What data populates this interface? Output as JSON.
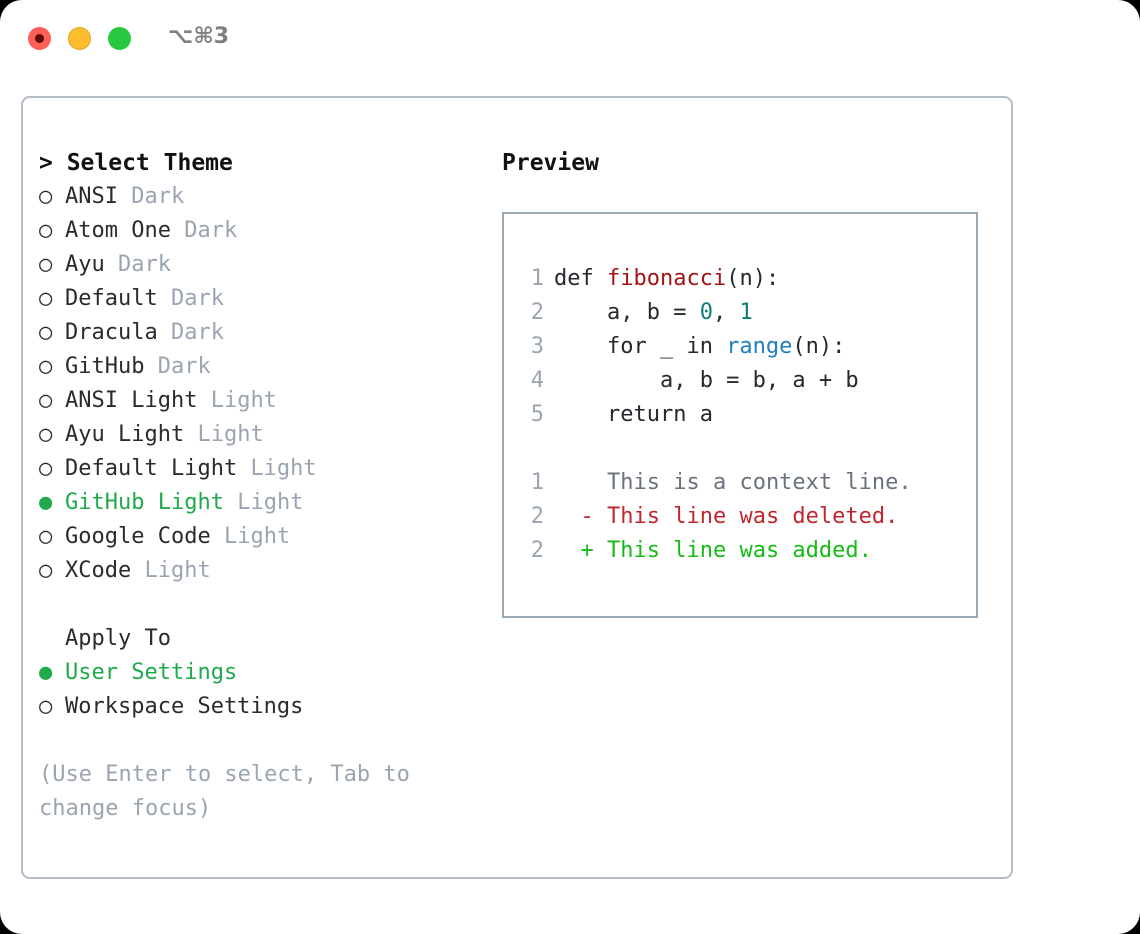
{
  "titlebar": {
    "shortcut": "⌥⌘3",
    "buttons": [
      "close",
      "minimize",
      "zoom"
    ]
  },
  "theme_panel": {
    "header": "> Select Theme",
    "header_prompt": ">",
    "header_text": "Select Theme",
    "items": [
      {
        "marker": "○",
        "name": "ANSI",
        "variant": "Dark",
        "selected": false
      },
      {
        "marker": "○",
        "name": "Atom One",
        "variant": "Dark",
        "selected": false
      },
      {
        "marker": "○",
        "name": "Ayu",
        "variant": "Dark",
        "selected": false
      },
      {
        "marker": "○",
        "name": "Default",
        "variant": "Dark",
        "selected": false
      },
      {
        "marker": "○",
        "name": "Dracula",
        "variant": "Dark",
        "selected": false
      },
      {
        "marker": "○",
        "name": "GitHub",
        "variant": "Dark",
        "selected": false
      },
      {
        "marker": "○",
        "name": "ANSI Light",
        "variant": "Light",
        "selected": false
      },
      {
        "marker": "○",
        "name": "Ayu Light",
        "variant": "Light",
        "selected": false
      },
      {
        "marker": "○",
        "name": "Default Light",
        "variant": "Light",
        "selected": false
      },
      {
        "marker": "●",
        "name": "GitHub Light",
        "variant": "Light",
        "selected": true
      },
      {
        "marker": "○",
        "name": "Google Code",
        "variant": "Light",
        "selected": false
      },
      {
        "marker": "○",
        "name": "XCode",
        "variant": "Light",
        "selected": false
      }
    ]
  },
  "apply_to": {
    "header": "Apply To",
    "options": [
      {
        "marker": "●",
        "label": "User Settings",
        "selected": true
      },
      {
        "marker": "○",
        "label": "Workspace Settings",
        "selected": false
      }
    ]
  },
  "hint": "(Use Enter to select, Tab to change focus)",
  "preview": {
    "title": "Preview",
    "code": [
      {
        "ln": "1",
        "segments": [
          {
            "text": "def ",
            "cls": ""
          },
          {
            "text": "fibonacci",
            "cls": "tok-fn"
          },
          {
            "text": "(n):",
            "cls": ""
          }
        ]
      },
      {
        "ln": "2",
        "segments": [
          {
            "text": "    a, b = ",
            "cls": ""
          },
          {
            "text": "0",
            "cls": "tok-num"
          },
          {
            "text": ", ",
            "cls": ""
          },
          {
            "text": "1",
            "cls": "tok-num"
          }
        ]
      },
      {
        "ln": "3",
        "segments": [
          {
            "text": "    for _ in ",
            "cls": ""
          },
          {
            "text": "range",
            "cls": "tok-call"
          },
          {
            "text": "(n):",
            "cls": ""
          }
        ]
      },
      {
        "ln": "4",
        "segments": [
          {
            "text": "        a, b = b, a + b",
            "cls": ""
          }
        ]
      },
      {
        "ln": "5",
        "segments": [
          {
            "text": "    return a",
            "cls": ""
          }
        ]
      }
    ],
    "diff": [
      {
        "ln": "1",
        "prefix": "  ",
        "text": "This is a context line.",
        "kind": "context"
      },
      {
        "ln": "2",
        "prefix": "- ",
        "text": "This line was deleted.",
        "kind": "deleted"
      },
      {
        "ln": "2",
        "prefix": "+ ",
        "text": "This line was added.",
        "kind": "added"
      }
    ]
  },
  "colors": {
    "selected_green": "#1faa4b",
    "muted_gray": "#9aa5b1",
    "diff_added": "#16bb16",
    "diff_deleted": "#c0272d",
    "diff_context": "#6a737d",
    "token_function": "#a31515",
    "token_number": "#0f7d78",
    "token_call": "#1f7fbf",
    "panel_border": "#b3bcc7"
  }
}
